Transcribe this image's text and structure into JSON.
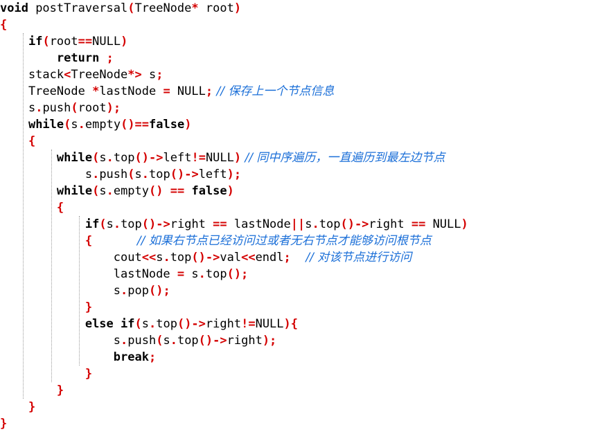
{
  "lines": [
    [
      {
        "t": "void",
        "c": "kw"
      },
      {
        "t": " postTraversal",
        "c": "tx"
      },
      {
        "t": "(",
        "c": "op"
      },
      {
        "t": "TreeNode",
        "c": "tx"
      },
      {
        "t": "*",
        "c": "op"
      },
      {
        "t": " root",
        "c": "tx"
      },
      {
        "t": ")",
        "c": "op"
      }
    ],
    [
      {
        "t": "{",
        "c": "op"
      }
    ],
    [
      {
        "t": "    ",
        "c": "tx"
      },
      {
        "t": "if",
        "c": "kw"
      },
      {
        "t": "(",
        "c": "op"
      },
      {
        "t": "root",
        "c": "tx"
      },
      {
        "t": "==",
        "c": "op"
      },
      {
        "t": "NULL",
        "c": "tx"
      },
      {
        "t": ")",
        "c": "op"
      }
    ],
    [
      {
        "t": "        ",
        "c": "tx"
      },
      {
        "t": "return",
        "c": "kw"
      },
      {
        "t": " ",
        "c": "tx"
      },
      {
        "t": ";",
        "c": "op"
      }
    ],
    [
      {
        "t": "    stack",
        "c": "tx"
      },
      {
        "t": "<",
        "c": "op"
      },
      {
        "t": "TreeNode",
        "c": "tx"
      },
      {
        "t": "*>",
        "c": "op"
      },
      {
        "t": " s",
        "c": "tx"
      },
      {
        "t": ";",
        "c": "op"
      }
    ],
    [
      {
        "t": "    TreeNode ",
        "c": "tx"
      },
      {
        "t": "*",
        "c": "op"
      },
      {
        "t": "lastNode ",
        "c": "tx"
      },
      {
        "t": "=",
        "c": "op"
      },
      {
        "t": " NULL",
        "c": "tx"
      },
      {
        "t": ";",
        "c": "op"
      },
      {
        "t": " // 保存上一个节点信息",
        "c": "cm"
      }
    ],
    [
      {
        "t": "    s",
        "c": "tx"
      },
      {
        "t": ".",
        "c": "op"
      },
      {
        "t": "push",
        "c": "tx"
      },
      {
        "t": "(",
        "c": "op"
      },
      {
        "t": "root",
        "c": "tx"
      },
      {
        "t": ");",
        "c": "op"
      }
    ],
    [
      {
        "t": "    ",
        "c": "tx"
      },
      {
        "t": "while",
        "c": "kw"
      },
      {
        "t": "(",
        "c": "op"
      },
      {
        "t": "s",
        "c": "tx"
      },
      {
        "t": ".",
        "c": "op"
      },
      {
        "t": "empty",
        "c": "tx"
      },
      {
        "t": "()==",
        "c": "op"
      },
      {
        "t": "false",
        "c": "kw"
      },
      {
        "t": ")",
        "c": "op"
      }
    ],
    [
      {
        "t": "    ",
        "c": "tx"
      },
      {
        "t": "{",
        "c": "op"
      }
    ],
    [
      {
        "t": "        ",
        "c": "tx"
      },
      {
        "t": "while",
        "c": "kw"
      },
      {
        "t": "(",
        "c": "op"
      },
      {
        "t": "s",
        "c": "tx"
      },
      {
        "t": ".",
        "c": "op"
      },
      {
        "t": "top",
        "c": "tx"
      },
      {
        "t": "()->",
        "c": "op"
      },
      {
        "t": "left",
        "c": "tx"
      },
      {
        "t": "!=",
        "c": "op"
      },
      {
        "t": "NULL",
        "c": "tx"
      },
      {
        "t": ")",
        "c": "op"
      },
      {
        "t": " // 同中序遍历，一直遍历到最左边节点",
        "c": "cm"
      }
    ],
    [
      {
        "t": "            s",
        "c": "tx"
      },
      {
        "t": ".",
        "c": "op"
      },
      {
        "t": "push",
        "c": "tx"
      },
      {
        "t": "(",
        "c": "op"
      },
      {
        "t": "s",
        "c": "tx"
      },
      {
        "t": ".",
        "c": "op"
      },
      {
        "t": "top",
        "c": "tx"
      },
      {
        "t": "()->",
        "c": "op"
      },
      {
        "t": "left",
        "c": "tx"
      },
      {
        "t": ");",
        "c": "op"
      }
    ],
    [
      {
        "t": "        ",
        "c": "tx"
      },
      {
        "t": "while",
        "c": "kw"
      },
      {
        "t": "(",
        "c": "op"
      },
      {
        "t": "s",
        "c": "tx"
      },
      {
        "t": ".",
        "c": "op"
      },
      {
        "t": "empty",
        "c": "tx"
      },
      {
        "t": "() ",
        "c": "op"
      },
      {
        "t": "==",
        "c": "op"
      },
      {
        "t": " ",
        "c": "tx"
      },
      {
        "t": "false",
        "c": "kw"
      },
      {
        "t": ")",
        "c": "op"
      }
    ],
    [
      {
        "t": "        ",
        "c": "tx"
      },
      {
        "t": "{",
        "c": "op"
      }
    ],
    [
      {
        "t": "            ",
        "c": "tx"
      },
      {
        "t": "if",
        "c": "kw"
      },
      {
        "t": "(",
        "c": "op"
      },
      {
        "t": "s",
        "c": "tx"
      },
      {
        "t": ".",
        "c": "op"
      },
      {
        "t": "top",
        "c": "tx"
      },
      {
        "t": "()->",
        "c": "op"
      },
      {
        "t": "right ",
        "c": "tx"
      },
      {
        "t": "==",
        "c": "op"
      },
      {
        "t": " lastNode",
        "c": "tx"
      },
      {
        "t": "||",
        "c": "op"
      },
      {
        "t": "s",
        "c": "tx"
      },
      {
        "t": ".",
        "c": "op"
      },
      {
        "t": "top",
        "c": "tx"
      },
      {
        "t": "()->",
        "c": "op"
      },
      {
        "t": "right ",
        "c": "tx"
      },
      {
        "t": "==",
        "c": "op"
      },
      {
        "t": " NULL",
        "c": "tx"
      },
      {
        "t": ")",
        "c": "op"
      }
    ],
    [
      {
        "t": "            ",
        "c": "tx"
      },
      {
        "t": "{",
        "c": "op"
      },
      {
        "t": "            // 如果右节点已经访问过或者无右节点才能够访问根节点",
        "c": "cm"
      }
    ],
    [
      {
        "t": "                cout",
        "c": "tx"
      },
      {
        "t": "<<",
        "c": "op"
      },
      {
        "t": "s",
        "c": "tx"
      },
      {
        "t": ".",
        "c": "op"
      },
      {
        "t": "top",
        "c": "tx"
      },
      {
        "t": "()->",
        "c": "op"
      },
      {
        "t": "val",
        "c": "tx"
      },
      {
        "t": "<<",
        "c": "op"
      },
      {
        "t": "endl",
        "c": "tx"
      },
      {
        "t": ";",
        "c": "op"
      },
      {
        "t": "    // 对该节点进行访问",
        "c": "cm"
      }
    ],
    [
      {
        "t": "                lastNode ",
        "c": "tx"
      },
      {
        "t": "=",
        "c": "op"
      },
      {
        "t": " s",
        "c": "tx"
      },
      {
        "t": ".",
        "c": "op"
      },
      {
        "t": "top",
        "c": "tx"
      },
      {
        "t": "();",
        "c": "op"
      }
    ],
    [
      {
        "t": "                s",
        "c": "tx"
      },
      {
        "t": ".",
        "c": "op"
      },
      {
        "t": "pop",
        "c": "tx"
      },
      {
        "t": "();",
        "c": "op"
      }
    ],
    [
      {
        "t": "            ",
        "c": "tx"
      },
      {
        "t": "}",
        "c": "op"
      }
    ],
    [
      {
        "t": "            ",
        "c": "tx"
      },
      {
        "t": "else if",
        "c": "kw"
      },
      {
        "t": "(",
        "c": "op"
      },
      {
        "t": "s",
        "c": "tx"
      },
      {
        "t": ".",
        "c": "op"
      },
      {
        "t": "top",
        "c": "tx"
      },
      {
        "t": "()->",
        "c": "op"
      },
      {
        "t": "right",
        "c": "tx"
      },
      {
        "t": "!=",
        "c": "op"
      },
      {
        "t": "NULL",
        "c": "tx"
      },
      {
        "t": "){",
        "c": "op"
      }
    ],
    [
      {
        "t": "                s",
        "c": "tx"
      },
      {
        "t": ".",
        "c": "op"
      },
      {
        "t": "push",
        "c": "tx"
      },
      {
        "t": "(",
        "c": "op"
      },
      {
        "t": "s",
        "c": "tx"
      },
      {
        "t": ".",
        "c": "op"
      },
      {
        "t": "top",
        "c": "tx"
      },
      {
        "t": "()->",
        "c": "op"
      },
      {
        "t": "right",
        "c": "tx"
      },
      {
        "t": ");",
        "c": "op"
      }
    ],
    [
      {
        "t": "                ",
        "c": "tx"
      },
      {
        "t": "break",
        "c": "kw"
      },
      {
        "t": ";",
        "c": "op"
      }
    ],
    [
      {
        "t": "            ",
        "c": "tx"
      },
      {
        "t": "}",
        "c": "op"
      }
    ],
    [
      {
        "t": "        ",
        "c": "tx"
      },
      {
        "t": "}",
        "c": "op"
      }
    ],
    [
      {
        "t": "    ",
        "c": "tx"
      },
      {
        "t": "}",
        "c": "op"
      }
    ],
    [
      {
        "t": "}",
        "c": "op"
      }
    ]
  ]
}
